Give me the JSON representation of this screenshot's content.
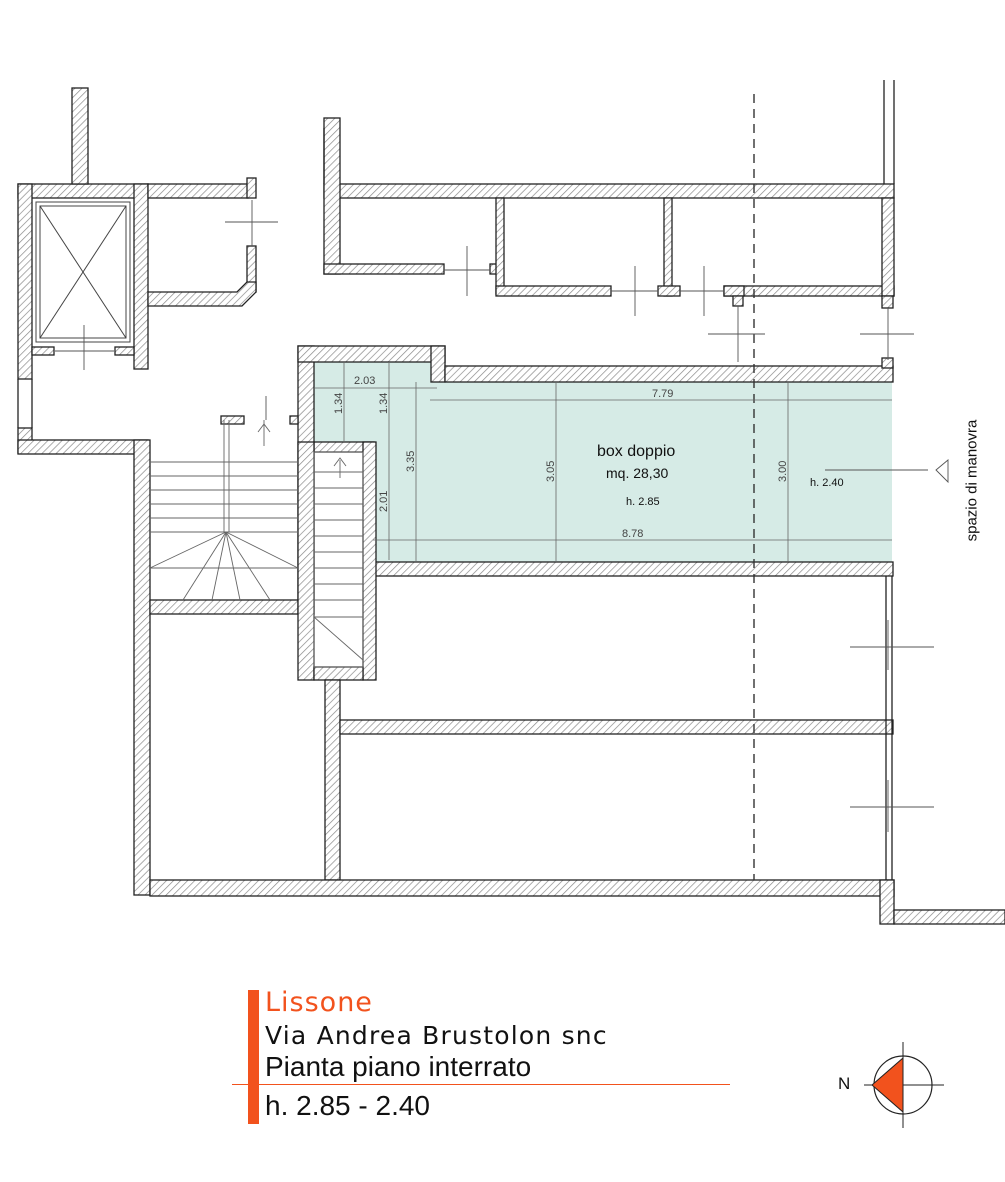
{
  "room": {
    "name": "box doppio",
    "area": "mq. 28,30",
    "height_main": "h. 2.85",
    "height_low": "h. 2.40",
    "fill_color": "#d6ebe6"
  },
  "dimensions": {
    "d203": "2.03",
    "d134a": "1.34",
    "d134b": "1.34",
    "d779": "7.79",
    "d335": "3.35",
    "d201": "2.01",
    "d305": "3.05",
    "d300": "3.00",
    "d878": "8.78"
  },
  "maneuver_label": "spazio di manovra",
  "title": {
    "city": "Lissone",
    "street": "Via Andrea Brustolon snc",
    "plan": "Pianta piano interrato",
    "height": "h. 2.85 - 2.40"
  },
  "compass": {
    "label": "N",
    "icon": "north-arrow-icon",
    "accent_color": "#f2521d"
  }
}
